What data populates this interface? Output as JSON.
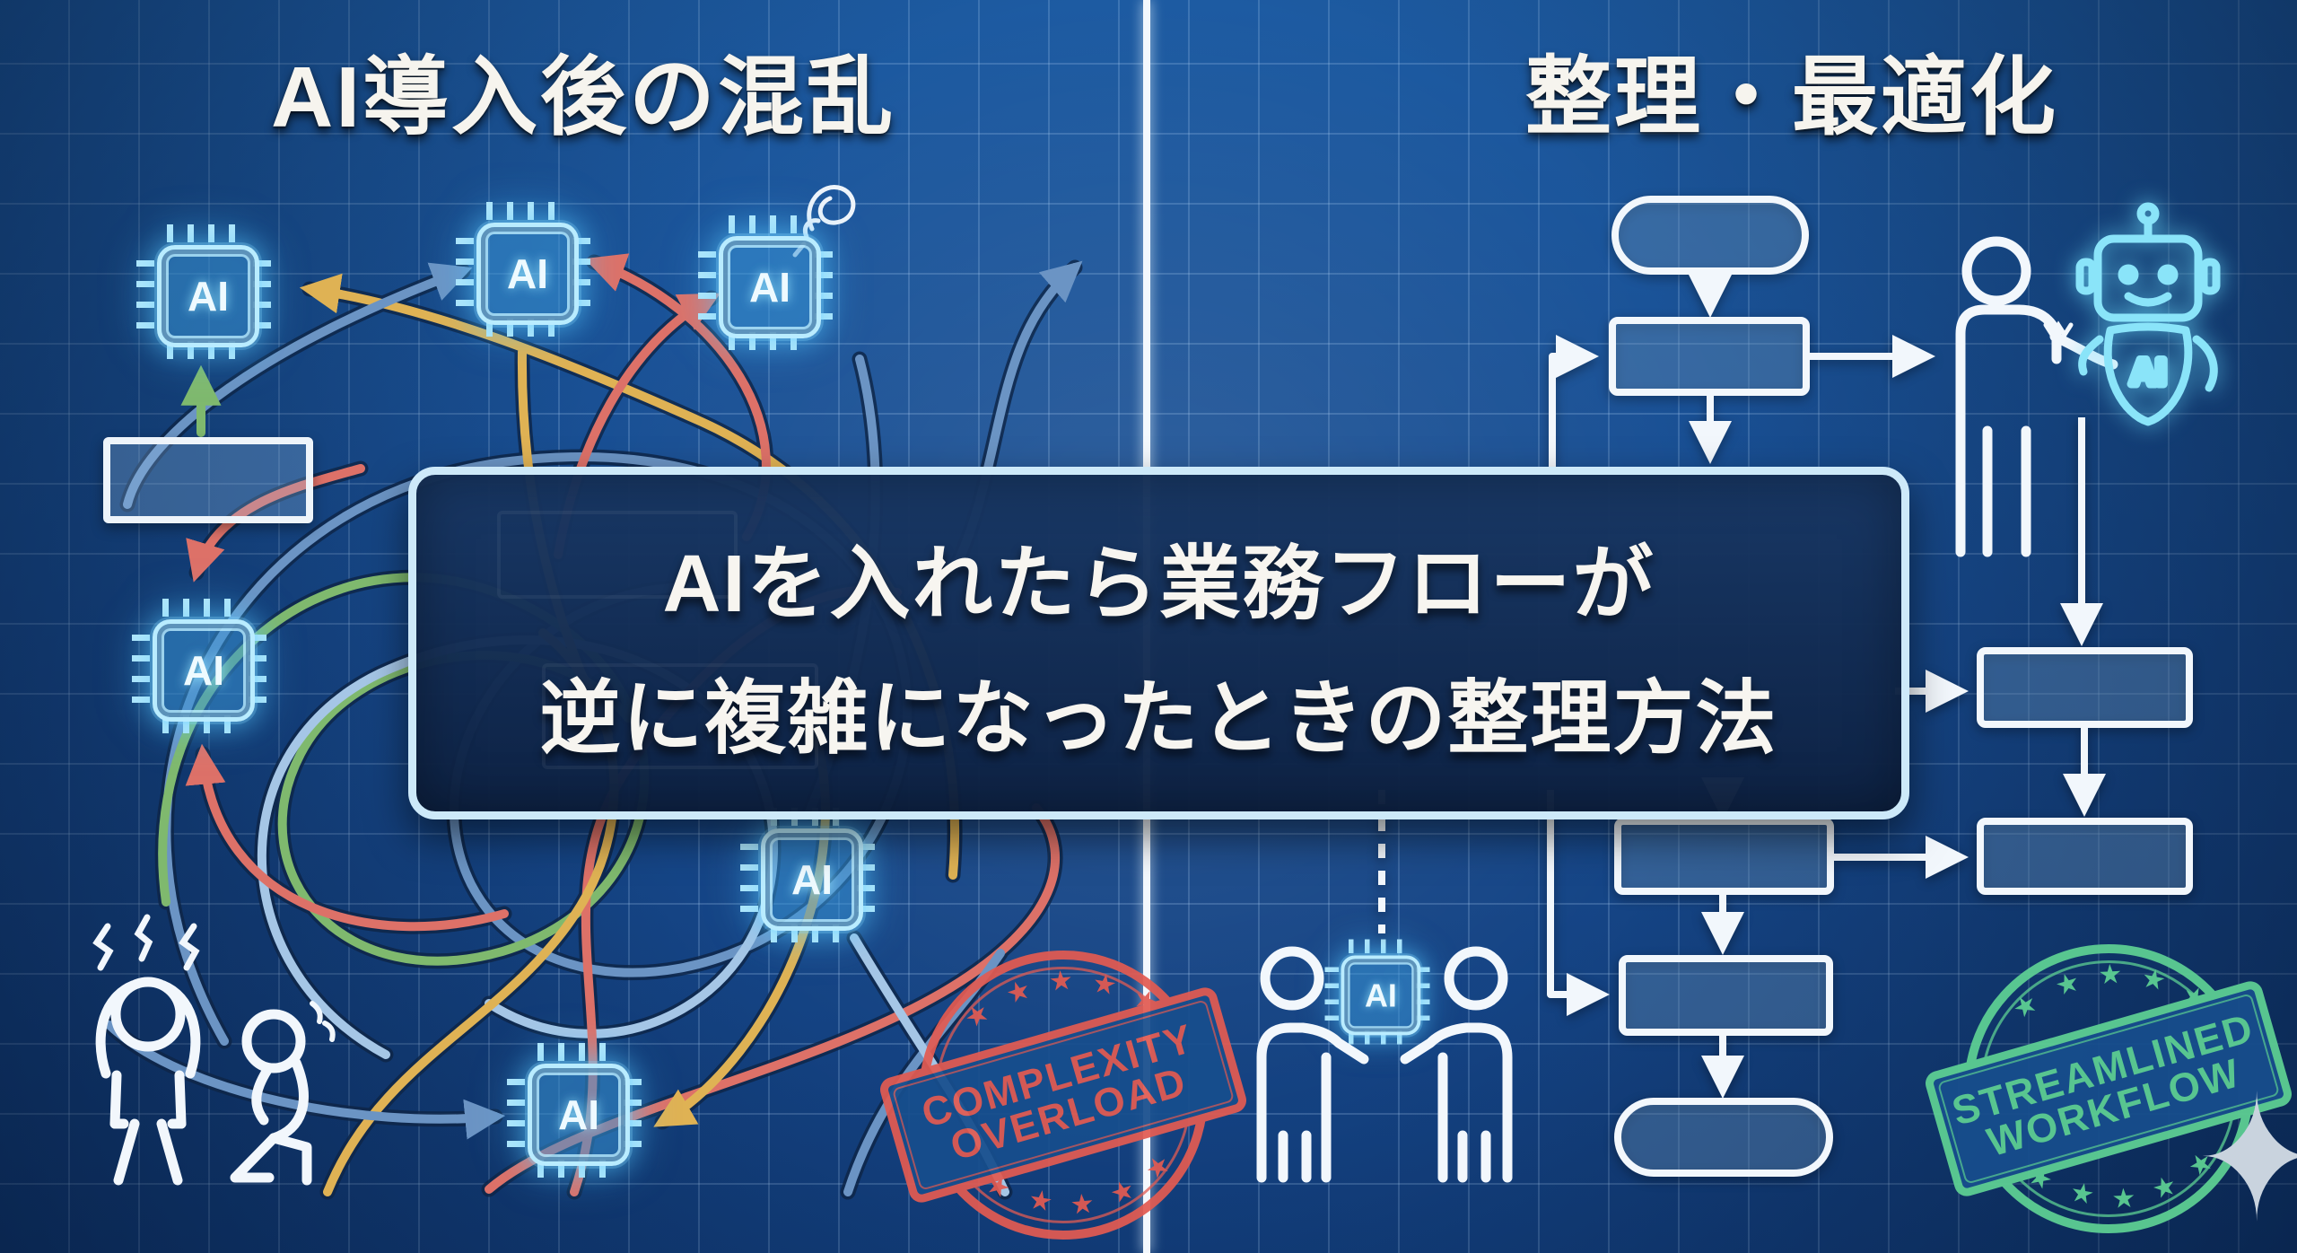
{
  "left_panel": {
    "title": "AI導入後の混乱",
    "chip_label": "AI",
    "stamp": {
      "line1": "COMPLEXITY",
      "line2": "OVERLOAD",
      "color": "#e25b52"
    }
  },
  "right_panel": {
    "title": "整理・最適化",
    "chip_label": "AI",
    "robot_label": "AI",
    "stamp": {
      "line1": "STREAMLINED",
      "line2": "WORKFLOW",
      "color": "#5ed194"
    }
  },
  "banner": {
    "line1": "AIを入れたら業務フローが",
    "line2": "逆に複雑になったときの整理方法"
  },
  "icons": {
    "star": "★",
    "sparkle": "✦"
  },
  "colors": {
    "background": "#17498c",
    "grid": "#add0f4",
    "divider": "#f3f8fd",
    "banner_fill": "#122c54",
    "banner_border": "#cde9f9",
    "chip_glow": "#5ac8ff",
    "flowchart": "#f2f7fc",
    "arrow_red": "#dd7168",
    "arrow_yellow": "#dfb254",
    "arrow_blue": "#6b94c4",
    "arrow_green": "#7fb96e",
    "arrow_lightblue": "#a5c6e6"
  }
}
